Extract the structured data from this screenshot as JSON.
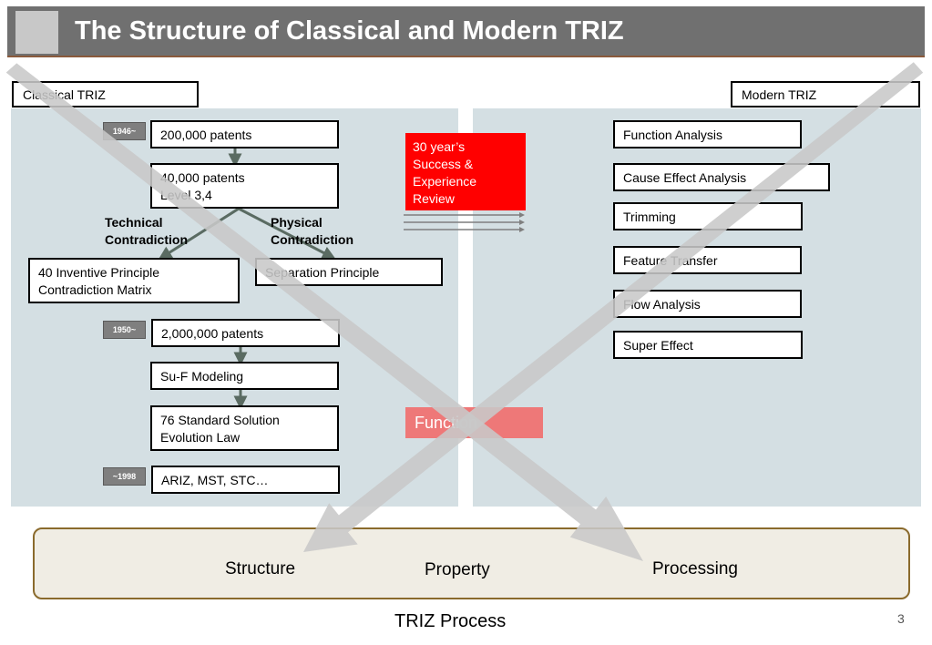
{
  "title": "The Structure of Classical and Modern TRIZ",
  "classical_label": "Classical TRIZ",
  "modern_label": "Modern TRIZ",
  "classical": {
    "year_1946": "1946~",
    "patents_200k": "200,000 patents",
    "patents_40k_line1": "40,000 patents",
    "patents_40k_line2": "Level 3,4",
    "technical_line1": "Technical",
    "technical_line2": "Contradiction",
    "physical_line1": "Physical",
    "physical_line2": "Contradiction",
    "inventive_line1": "40 Inventive Principle",
    "inventive_line2": "Contradiction Matrix",
    "separation": "Separation Principle",
    "year_1950": "1950~",
    "patents_2m": "2,000,000 patents",
    "suf": "Su-F Modeling",
    "standard_line1": "76 Standard Solution",
    "standard_line2": "Evolution Law",
    "year_1998": "~1998",
    "ariz": "ARIZ, MST, STC…"
  },
  "review": {
    "line1": "30 year’s",
    "line2": "Success &",
    "line3": "Experience",
    "line4": "Review"
  },
  "function_label": "Function",
  "modern_items": [
    "Function Analysis",
    "Cause Effect Analysis",
    "Trimming",
    "Feature Transfer",
    "Flow Analysis",
    "Super Effect"
  ],
  "process": {
    "structure": "Structure",
    "property": "Property",
    "processing": "Processing"
  },
  "footer": "TRIZ Process",
  "page_number": "3",
  "colors": {
    "title_bar": "#707070",
    "panel": "#d4dfe3",
    "review_red": "#ff0000",
    "function_pink": "#ee7878",
    "cross_arrows": "#c8c8c8",
    "connector": "#5a6b62"
  }
}
